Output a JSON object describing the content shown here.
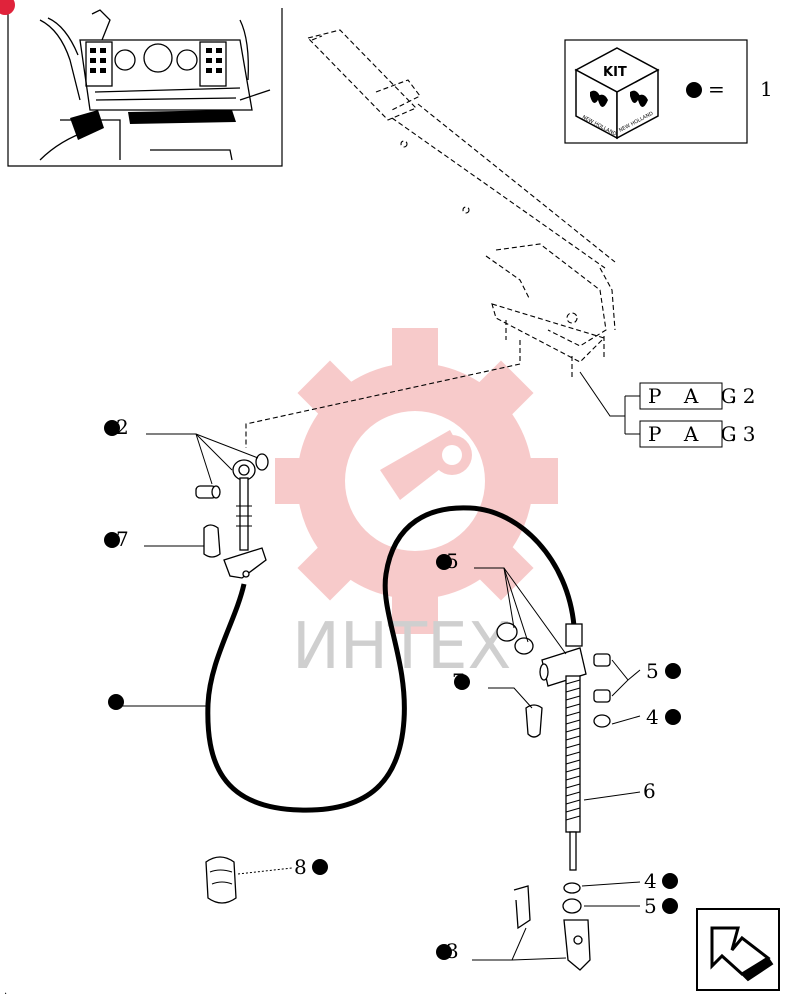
{
  "kit_box": {
    "badge_text": "KIT",
    "brand_text": "NEW HOLLAND",
    "equals_sign": "=",
    "equals_value": "1"
  },
  "watermark": {
    "text": "ИНТЕХ"
  },
  "references": [
    {
      "word": "P A G",
      "value": ". 2"
    },
    {
      "word": "P A G",
      "value": ". 3"
    }
  ],
  "callouts": {
    "c2": "2",
    "c7_left": "7",
    "c1": "",
    "c5_top": "5",
    "c7_right": "7",
    "c5_right": "5",
    "c4_upper": "4",
    "c6": "6",
    "c8": "8",
    "c4_lower": "4",
    "c5_lower": "5",
    "c3": "3"
  },
  "colors": {
    "ink": "#000000",
    "watermark_red": "#f2a0a0",
    "watermark_gray": "#cccccc",
    "badge_red": "#e0233b"
  },
  "icons": [
    "cab-thumbnail",
    "kit-cube-icon",
    "next-page-arrow-icon",
    "gear-watermark"
  ]
}
